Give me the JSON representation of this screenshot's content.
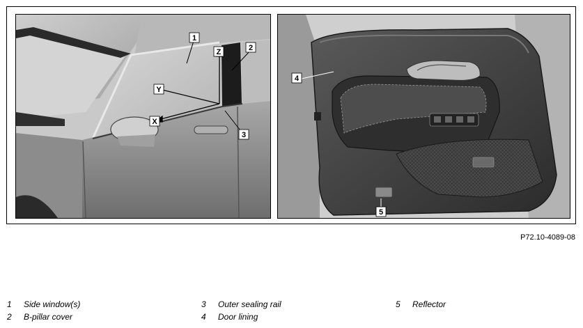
{
  "callouts": {
    "c1": "1",
    "c2": "2",
    "c3": "3",
    "c4": "4",
    "c5": "5",
    "x": "X",
    "y": "Y",
    "z": "Z"
  },
  "figure_code": "P72.10-4089-08",
  "legend": [
    {
      "number": "1",
      "text": "Side window(s)"
    },
    {
      "number": "2",
      "text": "B-pillar cover"
    },
    {
      "number": "3",
      "text": "Outer sealing rail"
    },
    {
      "number": "4",
      "text": "Door lining"
    },
    {
      "number": "5",
      "text": "Reflector"
    }
  ]
}
